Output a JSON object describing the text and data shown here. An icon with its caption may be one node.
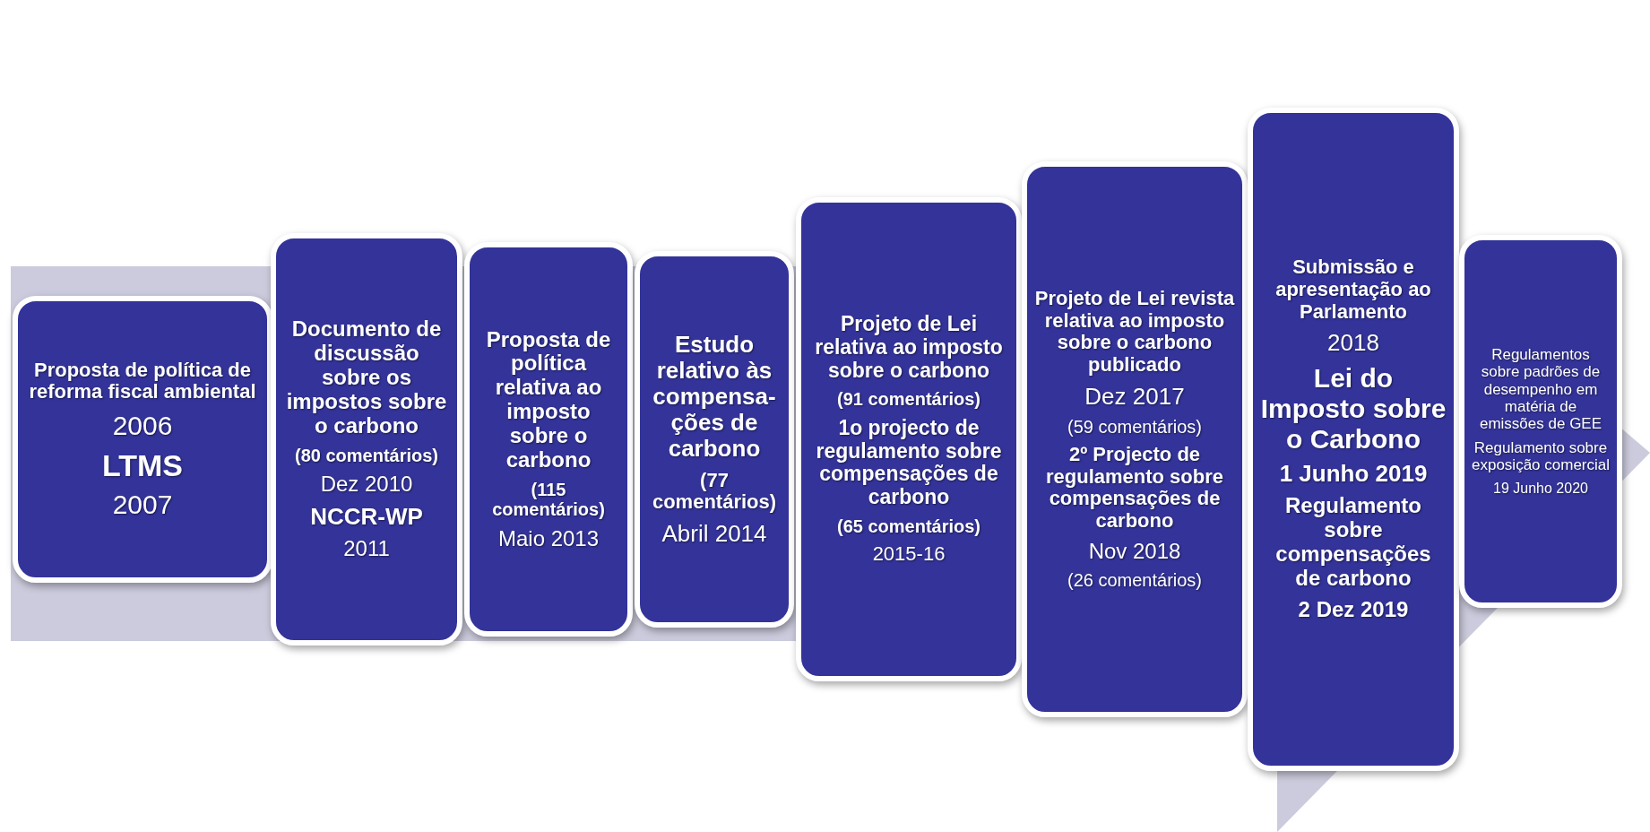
{
  "diagram": {
    "nodes": [
      {
        "text": [
          "Proposta de política de reforma fiscal ambiental",
          "2006",
          "LTMS",
          "2007"
        ]
      },
      {
        "text": [
          "Documento de discussão sobre os impostos sobre o carbono",
          "(80 comentários)",
          "Dez 2010",
          "NCCR-WP",
          "2011"
        ]
      },
      {
        "text": [
          "Proposta de política relativa ao imposto sobre o carbono",
          "(115 comentários)",
          "Maio 2013"
        ]
      },
      {
        "text": [
          "Estudo relativo às compensa-ções de carbono",
          "(77 comentários)",
          "Abril 2014"
        ]
      },
      {
        "text": [
          "Projeto de Lei relativa ao imposto sobre o carbono",
          "(91 comentários)",
          "1o projecto de regulamento sobre compensações de carbono",
          "(65 comentários)",
          "2015-16"
        ]
      },
      {
        "text": [
          "Projeto de Lei revista relativa ao imposto sobre o carbono publicado",
          "Dez 2017",
          "(59 comentários)",
          "2º Projecto de regulamento sobre compensações de carbono",
          "Nov 2018",
          "(26 comentários)"
        ]
      },
      {
        "text": [
          "Submissão e apresentação ao Parlamento",
          "2018",
          "Lei do Imposto sobre o Carbono",
          "1 Junho 2019",
          "Regulamento sobre compensações de carbono",
          "2 Dez 2019"
        ]
      },
      {
        "text": [
          "Regulamentos sobre padrões de desempenho em matéria de emissões de GEE",
          "Regulamento sobre exposição comercial",
          "19 Junho 2020"
        ]
      }
    ]
  }
}
